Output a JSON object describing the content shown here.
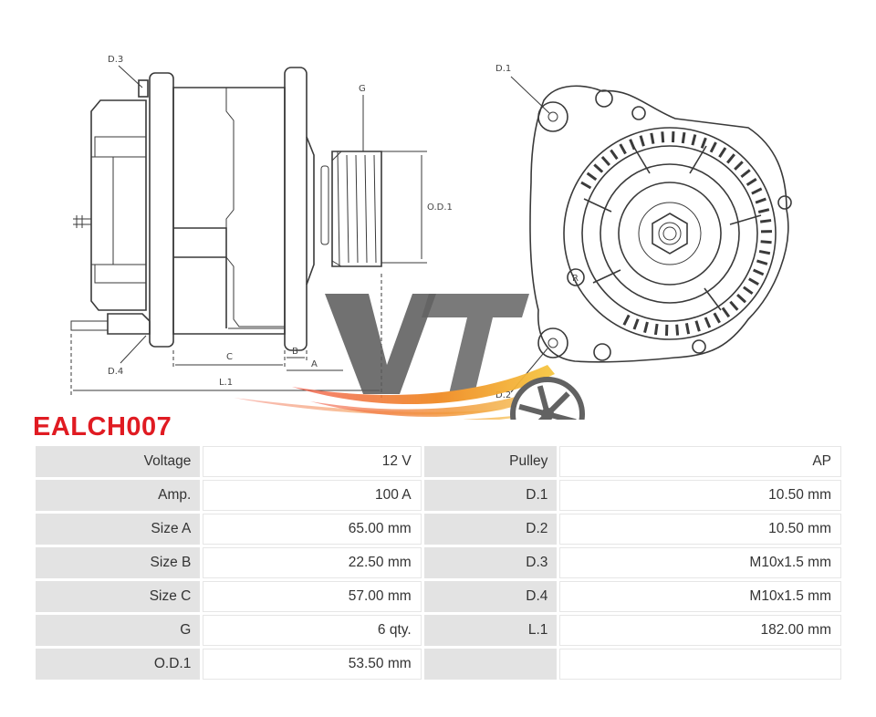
{
  "labels": {
    "d3": "D.3",
    "d4": "D.4",
    "d1": "D.1",
    "d2": "D.2",
    "g": "G",
    "od1": "O.D.1",
    "c": "C",
    "b": "B",
    "a": "A",
    "l1": "L.1"
  },
  "part_number": "EALCH007",
  "specs": [
    {
      "label": "Voltage",
      "value": "12 V",
      "label2": "Pulley",
      "value2": "AP"
    },
    {
      "label": "Amp.",
      "value": "100 A",
      "label2": "D.1",
      "value2": "10.50 mm"
    },
    {
      "label": "Size A",
      "value": "65.00 mm",
      "label2": "D.2",
      "value2": "10.50 mm"
    },
    {
      "label": "Size B",
      "value": "22.50 mm",
      "label2": "D.3",
      "value2": "M10x1.5 mm"
    },
    {
      "label": "Size C",
      "value": "57.00 mm",
      "label2": "D.4",
      "value2": "M10x1.5 mm"
    },
    {
      "label": "G",
      "value": "6 qty.",
      "label2": "L.1",
      "value2": "182.00 mm"
    },
    {
      "label": "O.D.1",
      "value": "53.50 mm",
      "label2": "",
      "value2": ""
    }
  ],
  "colors": {
    "accent_red": "#e01b22",
    "logo_gray": "#5a5a5a",
    "flame_orange": "#f08a24",
    "flame_yellow": "#f6c743"
  }
}
